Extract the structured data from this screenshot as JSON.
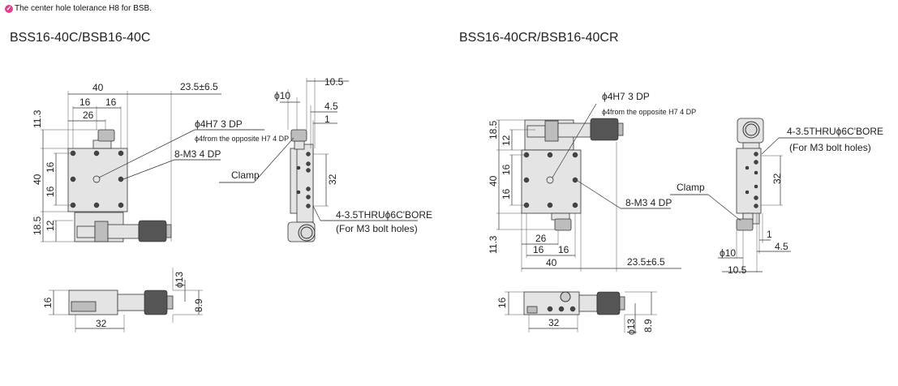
{
  "note": {
    "icon": "tolerance-info-icon",
    "text": "The center hole tolerance H8 for BSB."
  },
  "left": {
    "title": "BSS16-40C/BSB16-40C",
    "dims": {
      "w40": "40",
      "travel": "23.5±6.5",
      "p16a": "16",
      "p16b": "16",
      "p26": "26",
      "h11_3": "11.3",
      "h40": "40",
      "v16a": "16",
      "v16b": "16",
      "h18_5": "18.5",
      "h12": "12",
      "phi10": "ϕ10",
      "s10_5": "10.5",
      "s4_5": "4.5",
      "s1": "1",
      "s32": "32",
      "b16": "16",
      "b32": "32",
      "phi13": "ϕ13",
      "b8_9": "8.9"
    },
    "labels": {
      "center_hole": "ϕ4H7 3 DP",
      "center_hole_sub": "ϕ4from the opposite H7 4 DP",
      "tapped": "8-M3 4 DP",
      "clamp": "Clamp",
      "bore": "4-3.5THRUϕ6C'BORE",
      "bore_sub": "(For M3 bolt holes)"
    }
  },
  "right": {
    "title": "BSS16-40CR/BSB16-40CR",
    "dims": {
      "w40": "40",
      "travel": "23.5±6.5",
      "p16a": "16",
      "p16b": "16",
      "p26": "26",
      "h11_3": "11.3",
      "h40": "40",
      "v16a": "16",
      "v16b": "16",
      "h18_5": "18.5",
      "h12": "12",
      "phi10": "ϕ10",
      "s10_5": "10.5",
      "s4_5": "4.5",
      "s1": "1",
      "s32": "32",
      "b16": "16",
      "b32": "32",
      "phi13": "ϕ13",
      "b8_9": "8.9"
    },
    "labels": {
      "center_hole": "ϕ4H7 3 DP",
      "center_hole_sub": "ϕ4from the opposite H7 4 DP",
      "tapped": "8-M3 4 DP",
      "clamp": "Clamp",
      "bore": "4-3.5THRUϕ6C'BORE",
      "bore_sub": "(For M3 bolt holes)"
    }
  }
}
